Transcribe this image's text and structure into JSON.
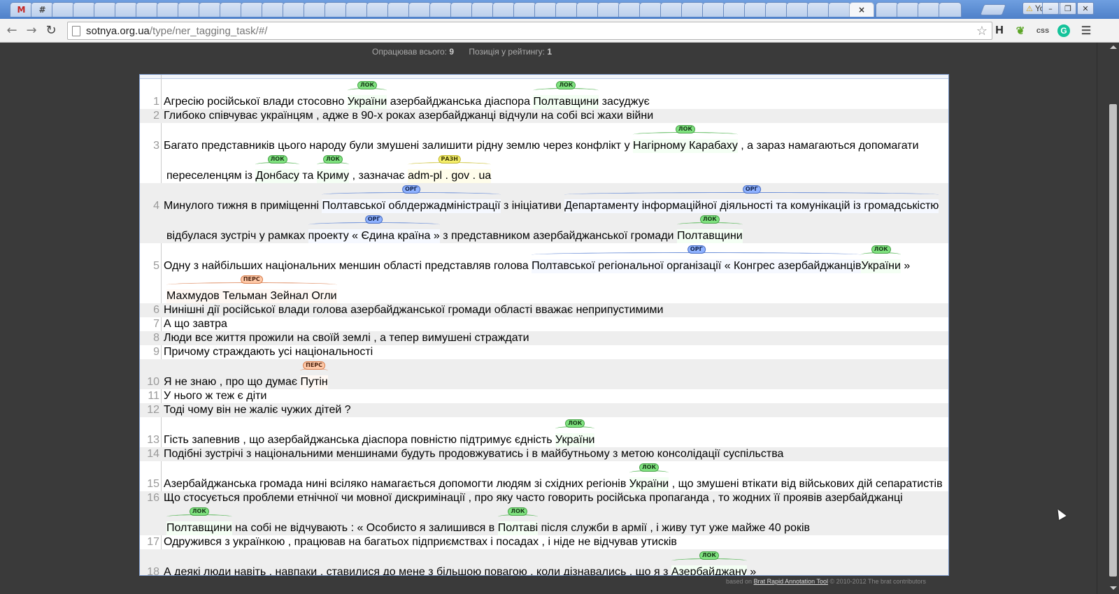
{
  "browser": {
    "tabs": [
      "M",
      "#",
      "",
      "",
      "",
      "",
      "",
      "",
      "",
      "",
      "",
      "",
      "",
      "",
      "",
      "",
      "",
      "",
      "",
      "",
      "",
      "",
      "",
      "",
      "",
      "",
      "",
      "",
      "",
      "",
      "",
      "",
      "",
      "",
      "",
      "",
      "",
      "",
      "",
      "",
      "×",
      "",
      "",
      "",
      ""
    ],
    "profile": "You",
    "url_domain": "sotnya.org.ua",
    "url_path": "/type/ner_tagging_task/#/",
    "extensions": {
      "h": "H",
      "css": "css",
      "grammarly": "G"
    },
    "window_controls": {
      "minimize": "–",
      "restore": "❐",
      "close": "✕"
    }
  },
  "stats": {
    "processed_label": "Опрацював всього:",
    "processed_value": "9",
    "rank_label": "Позиція у рейтингу:",
    "rank_value": "1"
  },
  "tags": {
    "LOC": "ЛОК",
    "ORG": "ОРГ",
    "PER": "ПЕРС",
    "MISC": "РАЗН"
  },
  "lines": [
    {
      "n": "1",
      "rows": [
        [
          {
            "t": "Агресію російської влади стосовно "
          },
          {
            "t": "України",
            "e": "LOC"
          },
          {
            "t": " азербайджанська діаспора "
          },
          {
            "t": "Полтавщини",
            "e": "LOC"
          },
          {
            "t": " засуджує"
          }
        ]
      ]
    },
    {
      "n": "2",
      "rows": [
        [
          {
            "t": "Глибоко співчуває українцям , адже в 90-х роках азербайджанці відчули на собі всі жахи війни"
          }
        ]
      ]
    },
    {
      "n": "3",
      "rows": [
        [
          {
            "t": "Багато представників цього народу були змушені залишити рідну землю через конфлікт у "
          },
          {
            "t": "Нагірному Карабаху",
            "e": "LOC"
          },
          {
            "t": " , а зараз намагаються допомагати"
          }
        ],
        [
          {
            "t": "переселенцям із "
          },
          {
            "t": "Донбасу",
            "e": "LOC"
          },
          {
            "t": " та "
          },
          {
            "t": "Криму",
            "e": "LOC"
          },
          {
            "t": " , зазначає "
          },
          {
            "t": "adm-pl . gov . ua",
            "e": "MISC"
          }
        ]
      ]
    },
    {
      "n": "4",
      "rows": [
        [
          {
            "t": "Минулого тижня в приміщенні "
          },
          {
            "t": "Полтавської облдержадміністрації",
            "e": "ORG"
          },
          {
            "t": " з ініціативи "
          },
          {
            "t": "Департаменту інформаційної діяльності та комунікацій із громадськістю",
            "e": "ORG"
          }
        ],
        [
          {
            "t": "відбулася зустріч у рамках "
          },
          {
            "t": "проекту « Єдина країна »",
            "e": "ORG"
          },
          {
            "t": " з представником азербайджанської громади "
          },
          {
            "t": "Полтавщини",
            "e": "LOC"
          }
        ]
      ]
    },
    {
      "n": "5",
      "rows": [
        [
          {
            "t": "Одну з найбільших національних меншин області представляв голова "
          },
          {
            "t": "Полтавської регіональної організації « Конгрес азербайджанців ",
            "e": "ORG"
          },
          {
            "t": "України",
            "e": "LOC"
          },
          {
            "t": " »"
          }
        ],
        [
          {
            "t": "Махмудов Тельман Зейнал Огли",
            "e": "PER"
          }
        ]
      ]
    },
    {
      "n": "6",
      "rows": [
        [
          {
            "t": "Нинішні дії російської влади голова азербайджанської громади області вважає неприпустимими"
          }
        ]
      ]
    },
    {
      "n": "7",
      "rows": [
        [
          {
            "t": "А що завтра"
          }
        ]
      ]
    },
    {
      "n": "8",
      "rows": [
        [
          {
            "t": "Люди все життя прожили на своїй землі , а тепер вимушені страждати"
          }
        ]
      ]
    },
    {
      "n": "9",
      "rows": [
        [
          {
            "t": "Причому страждають усі національності"
          }
        ]
      ]
    },
    {
      "n": "10",
      "rows": [
        [
          {
            "t": "Я не знаю , про що думає "
          },
          {
            "t": "Путін",
            "e": "PER"
          }
        ]
      ]
    },
    {
      "n": "11",
      "rows": [
        [
          {
            "t": "У нього ж теж є діти"
          }
        ]
      ]
    },
    {
      "n": "12",
      "rows": [
        [
          {
            "t": "Тоді чому він не жаліє чужих дітей ?"
          }
        ]
      ]
    },
    {
      "n": "13",
      "rows": [
        [
          {
            "t": "Гість запевнив , що азербайджанська діаспора повністю підтримує єдність "
          },
          {
            "t": "України",
            "e": "LOC"
          }
        ]
      ]
    },
    {
      "n": "14",
      "rows": [
        [
          {
            "t": "Подібні зустрічі з національними меншинами будуть продовжуватись і в майбутньому з метою консолідації суспільства"
          }
        ]
      ]
    },
    {
      "n": "15",
      "rows": [
        [
          {
            "t": "Азербайджанська громада нині всіляко намагається допомогти людям зі східних регіонів "
          },
          {
            "t": "України",
            "e": "LOC"
          },
          {
            "t": " , що змушені втікати від військових дій сепаратистів"
          }
        ]
      ]
    },
    {
      "n": "16",
      "rows": [
        [
          {
            "t": "Що стосується проблеми етнічної чи мовної дискримінації , про яку часто говорить російська пропаганда , то жодних її проявів азербайджанці"
          }
        ],
        [
          {
            "t": "Полтавщини",
            "e": "LOC"
          },
          {
            "t": " на собі не відчувають : « Особисто я залишився в "
          },
          {
            "t": "Полтаві",
            "e": "LOC"
          },
          {
            "t": " після служби в армії , і живу тут уже майже 40 років"
          }
        ]
      ]
    },
    {
      "n": "17",
      "rows": [
        [
          {
            "t": "Одружився з українкою , працював на багатьох підприємствах і посадах , і ніде не відчував утисків"
          }
        ]
      ]
    },
    {
      "n": "18",
      "rows": [
        [
          {
            "t": "А деякі люди навіть , навпаки , ставилися до мене з більшою повагою , коли дізнавались , що я з "
          },
          {
            "t": "Азербайджану",
            "e": "LOC"
          },
          {
            "t": " »"
          }
        ]
      ]
    }
  ],
  "footer": {
    "prefix": "based on",
    "link": "Brat Rapid Annotation Tool",
    "suffix": "© 2010-2012 The brat contributors"
  }
}
